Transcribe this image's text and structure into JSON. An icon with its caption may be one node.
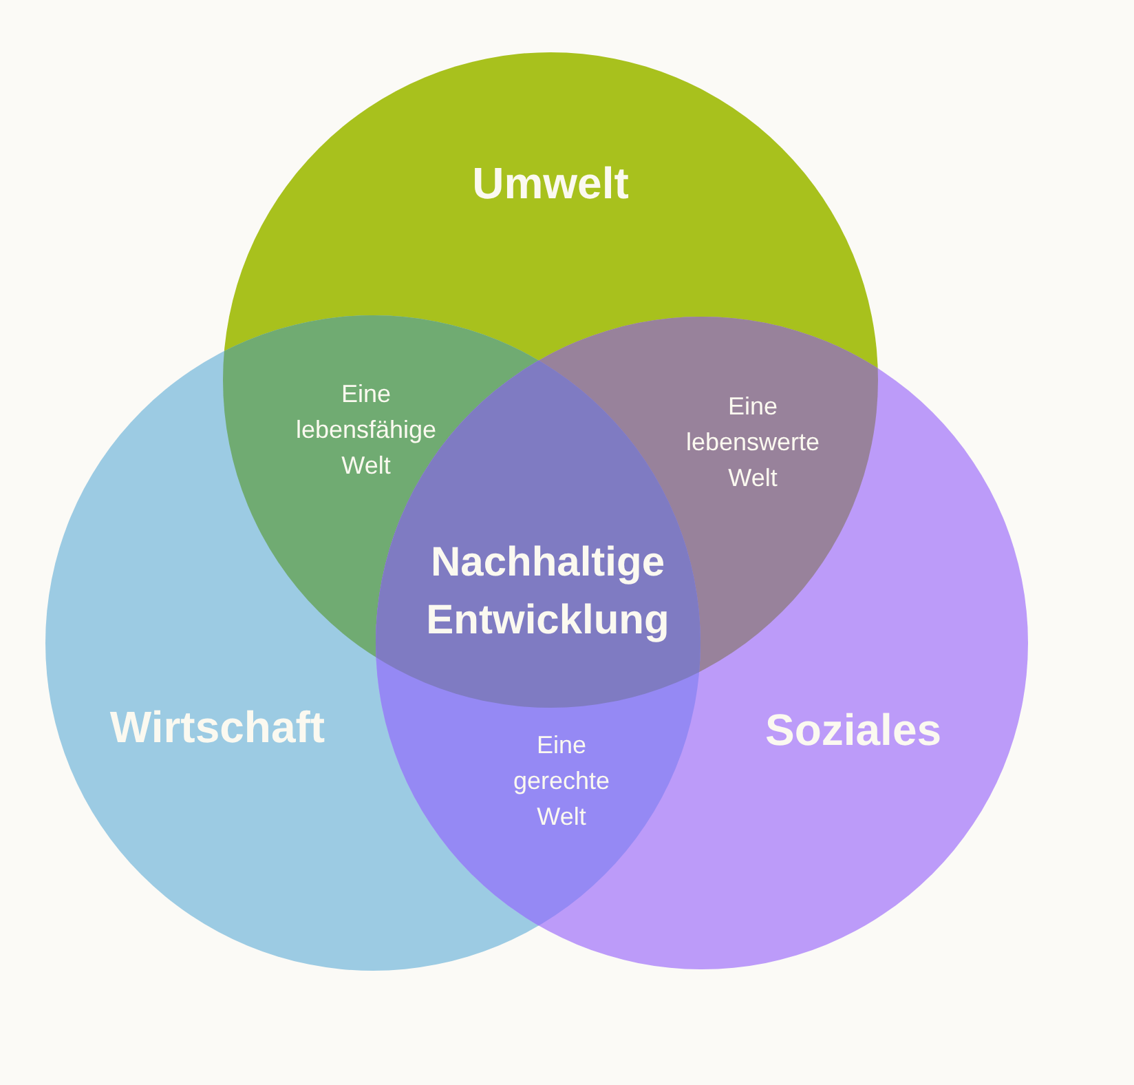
{
  "diagram": {
    "nodes": [
      {
        "text": [
          "Umwelt"
        ]
      },
      {
        "text": [
          "Wirtschaft"
        ]
      },
      {
        "text": [
          "Soziales"
        ]
      }
    ],
    "labels": [
      "Eine lebensfähige Welt",
      "Eine lebenswerte Welt",
      "Nachhaltige Entwicklung",
      "Eine gerechte Welt"
    ]
  }
}
